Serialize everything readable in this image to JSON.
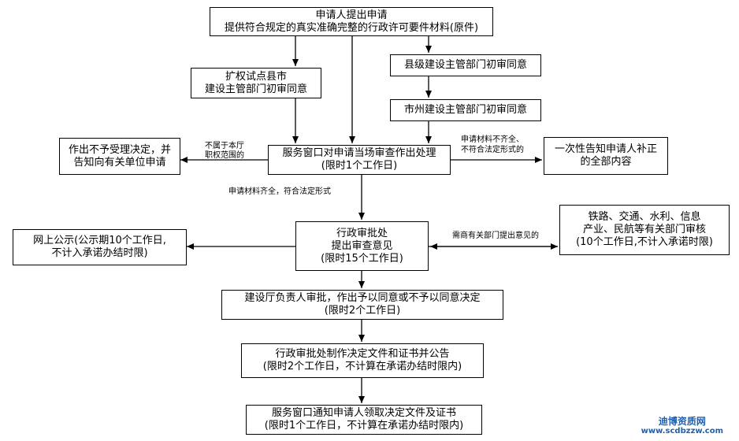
{
  "boxes": {
    "apply": {
      "line1": "申请人提出申请",
      "line2": "提供符合规定的真实准确完整的行政许可要件材料(原件)"
    },
    "pilot": {
      "line1": "扩权试点县市",
      "line2": "建设主管部门初审同意"
    },
    "county": {
      "line1": "县级建设主管部门初审同意"
    },
    "city": {
      "line1": "市州建设主管部门初审同意"
    },
    "reject": {
      "line1": "作出不予受理决定，并",
      "line2": "告知向有关单位申请"
    },
    "window": {
      "line1": "服务窗口对申请当场审查作出处理",
      "line2": "(限时1个工作日)"
    },
    "notify": {
      "line1": "一次性告知申请人补正",
      "line2": "的全部内容"
    },
    "publicity": {
      "line1": "网上公示(公示期10个工作日,",
      "line2": "不计入承诺办结时限)"
    },
    "approval": {
      "line1": "行政审批处",
      "line2": "提出审查意见",
      "line3": "(限时15个工作日)"
    },
    "depts": {
      "line1": "铁路、交通、水利、信息",
      "line2": "产业、民航等有关部门审核",
      "line3": "(10个工作日,不计入承诺时限)"
    },
    "head": {
      "line1": "建设厅负责人审批，作出予以同意或不予以同意决定",
      "line2": "(限时2个工作日)"
    },
    "produce": {
      "line1": "行政审批处制作决定文件和证书并公告",
      "line2": "(限时2个工作日，不计算在承诺办结时限内)"
    },
    "collect": {
      "line1": "服务窗口通知申请人领取决定文件及证书",
      "line2": "(限时1个工作日，不计算在承诺办结时限内)"
    }
  },
  "labels": {
    "out_of_scope_1": "不属于本厅",
    "out_of_scope_2": "职权范围的",
    "incomplete_1": "申请材料不齐全、",
    "incomplete_2": "不符合法定形式的",
    "complete": "申请材料齐全，符合法定形式",
    "consult": "需商有关部门提出意见的"
  },
  "watermark": {
    "line1": "迪博资质网",
    "line2": "www.scdbzzw.com"
  }
}
